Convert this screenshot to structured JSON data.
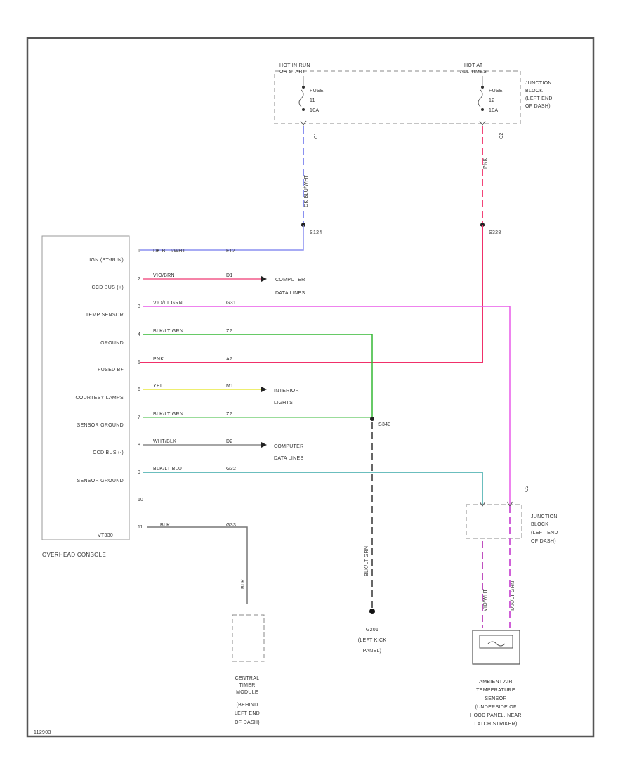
{
  "fuses": [
    {
      "hot_label_1": "HOT IN RUN",
      "hot_label_2": "OR START",
      "fuse": "FUSE",
      "num": "11",
      "amp": "10A",
      "conn": "C1"
    },
    {
      "hot_label_1": "HOT AT",
      "hot_label_2": "ALL TIMES",
      "fuse": "FUSE",
      "num": "12",
      "amp": "10A",
      "conn": "C2"
    }
  ],
  "junction_block_top": [
    "JUNCTION",
    "BLOCK",
    "(LEFT END",
    "OF DASH)"
  ],
  "splices": {
    "left": "S124",
    "right": "S328",
    "ground_splice": "S343"
  },
  "vertical_wires": {
    "fuse11": "DK BLU/WHT",
    "fuse12": "PNK",
    "ground": "BLK/LT GRN",
    "cameo": "BLK"
  },
  "console": {
    "name": "OVERHEAD CONSOLE",
    "code": "VT330",
    "pins": [
      {
        "label": "IGN (ST-RUN)",
        "pin": "1",
        "color_label": "DK BLU/WHT",
        "circuit": "F12",
        "wire": "#8a8ff0"
      },
      {
        "label": "CCD BUS (+)",
        "pin": "2",
        "color_label": "VIO/BRN",
        "circuit": "D1",
        "wire": "#f25a8a"
      },
      {
        "label": "TEMP SENSOR",
        "pin": "3",
        "color_label": "VIO/LT GRN",
        "circuit": "G31",
        "wire": "#e85ae8"
      },
      {
        "label": "GROUND",
        "pin": "4",
        "color_label": "BLK/LT GRN",
        "circuit": "Z2",
        "wire": "#35b835"
      },
      {
        "label": "FUSED B+",
        "pin": "5",
        "color_label": "PNK",
        "circuit": "A7",
        "wire": "#f0306a"
      },
      {
        "label": "COURTESY LAMPS",
        "pin": "6",
        "color_label": "YEL",
        "circuit": "M1",
        "wire": "#e8e840"
      },
      {
        "label": "SENSOR GROUND",
        "pin": "7",
        "color_label": "BLK/LT GRN",
        "circuit": "Z2",
        "wire": "#7ad07a"
      },
      {
        "label": "CCD BUS (-)",
        "pin": "8",
        "color_label": "WHT/BLK",
        "circuit": "D2",
        "wire": "#888888"
      },
      {
        "label": "SENSOR GROUND",
        "pin": "9",
        "color_label": "BLK/LT BLU",
        "circuit": "G32",
        "wire": "#3aa8a8"
      },
      {
        "label": "",
        "pin": "10",
        "color_label": "",
        "circuit": "",
        "wire": "#888888"
      },
      {
        "label": "",
        "pin": "11",
        "color_label": "BLK",
        "circuit": "G33",
        "wire": "#777777"
      }
    ]
  },
  "computer_data_lines_1": [
    "COMPUTER",
    "DATA LINES"
  ],
  "interior_lights": [
    "INTERIOR",
    "LIGHTS"
  ],
  "computer_data_lines_2": [
    "COMPUTER",
    "DATA LINES"
  ],
  "junction_block_bottom": {
    "conn": "C2",
    "lines": [
      "JUNCTION",
      "BLOCK",
      "(LEFT END",
      "OF DASH)"
    ]
  },
  "ground_point": [
    "G201",
    "(LEFT KICK",
    "PANEL)"
  ],
  "cameo": [
    "CENTRAL",
    "TIMER",
    "MODULE",
    "(BEHIND",
    "LEFT END",
    "OF DASH)"
  ],
  "ambient": [
    "AMBIENT AIR",
    "TEMPERATURE",
    "SENSOR",
    "(UNDERSIDE OF",
    "HOOD PANEL, NEAR",
    "LATCH STRIKER)"
  ],
  "ambient_wires": {
    "left": "VIO/WHT",
    "right": "TAN/LT GRN"
  },
  "figure_code": "112903"
}
